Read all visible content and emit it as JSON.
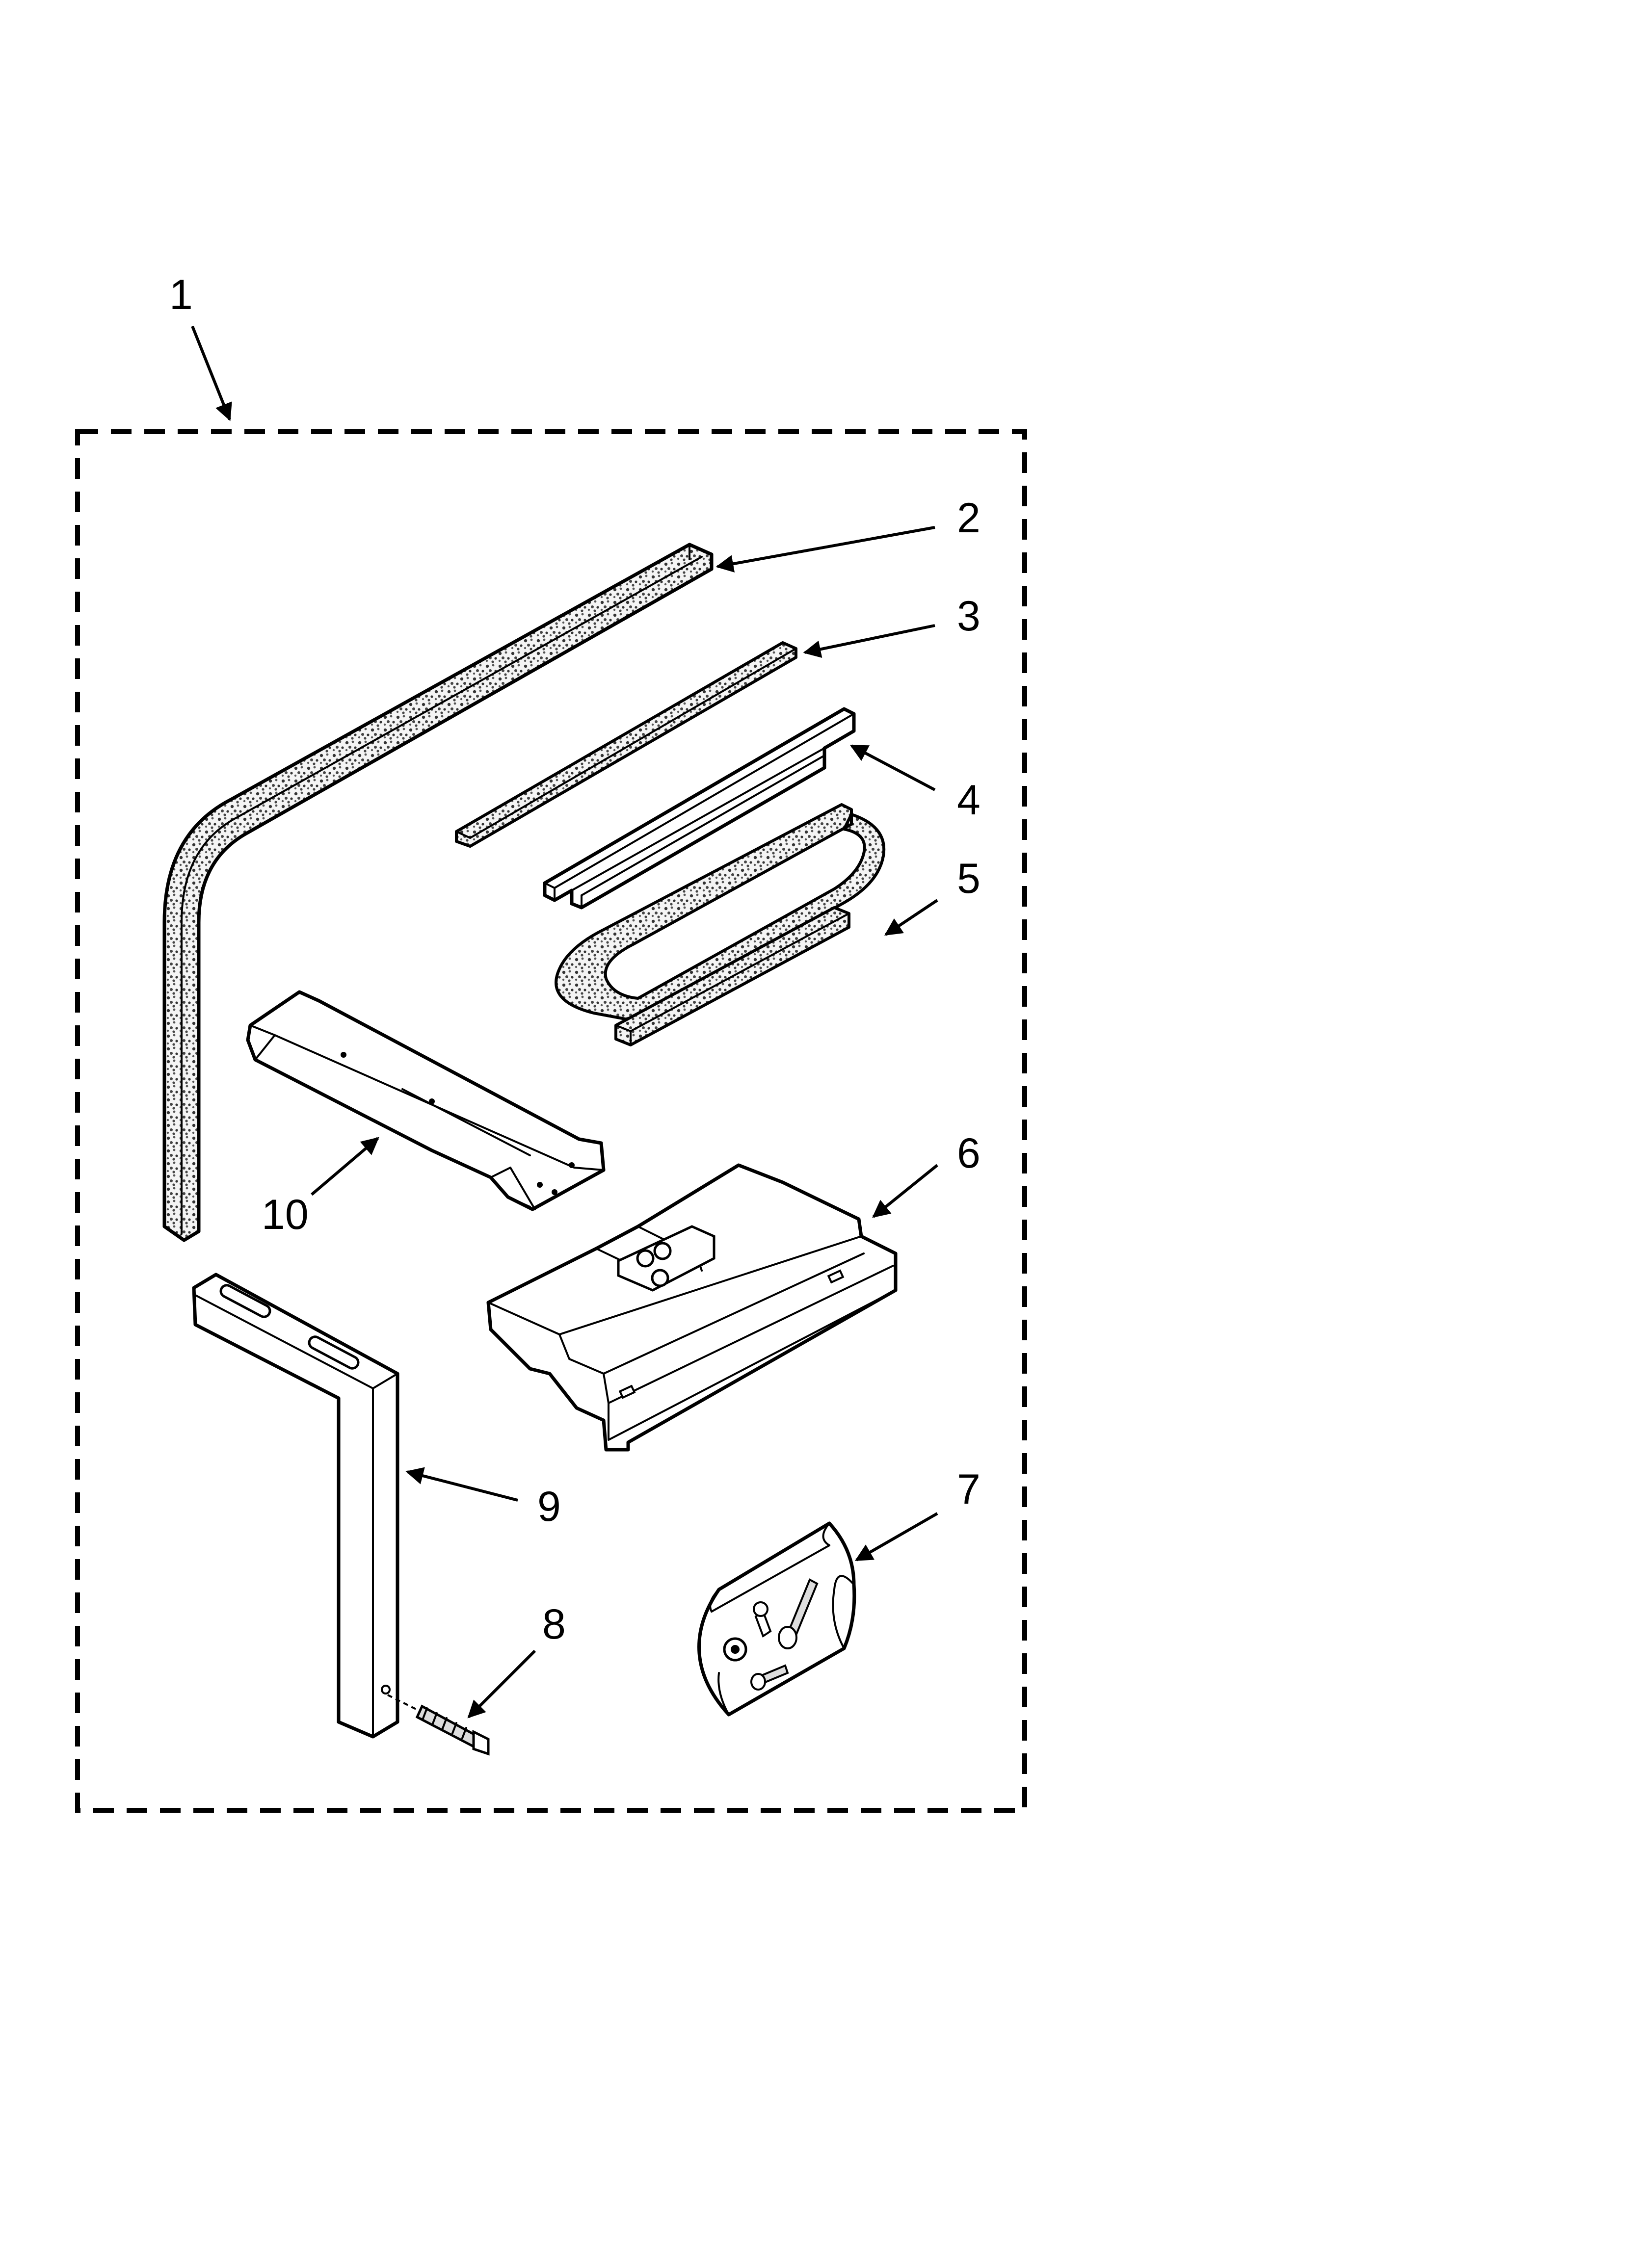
{
  "diagram": {
    "type": "exploded-parts-diagram",
    "callouts": [
      "1",
      "2",
      "3",
      "4",
      "5",
      "6",
      "7",
      "8",
      "9",
      "10"
    ]
  }
}
